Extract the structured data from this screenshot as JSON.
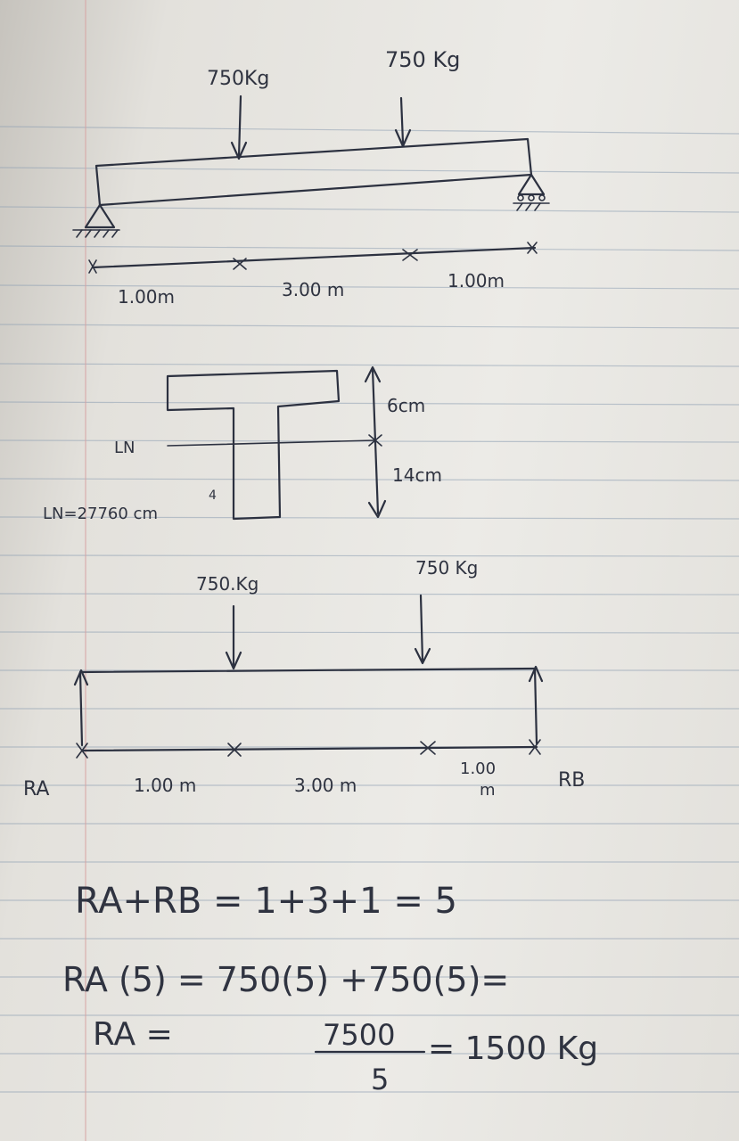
{
  "diagram_1": {
    "load_left": "750Kg",
    "load_right": "750 Kg",
    "dim_left": "1.00m",
    "dim_middle": "3.00 m",
    "dim_right": "1.00m"
  },
  "section": {
    "top_height": "6cm",
    "bottom_height": "14cm",
    "neutral_axis_label": "LN",
    "inertia_label": "LN=27760 cm",
    "inertia_exp": "4"
  },
  "diagram_2": {
    "load_left": "750.Kg",
    "load_right": "750 Kg",
    "dim_left": "1.00 m",
    "dim_middle": "3.00 m",
    "dim_right_line1": "1.00",
    "dim_right_line2": "m",
    "reaction_a": "RA",
    "reaction_b": "RB"
  },
  "equations": {
    "line1": "RA+RB = 1+3+1 = 5",
    "line2": "RA (5) = 750(5) +750(5)=",
    "line3_left": "RA =",
    "fraction_num": "7500",
    "fraction_den": "5",
    "line3_right": "= 1500 Kg"
  },
  "colors": {
    "ink": "#2c3140",
    "paper": "#ecebe7",
    "rule": "#8fa0b3"
  }
}
